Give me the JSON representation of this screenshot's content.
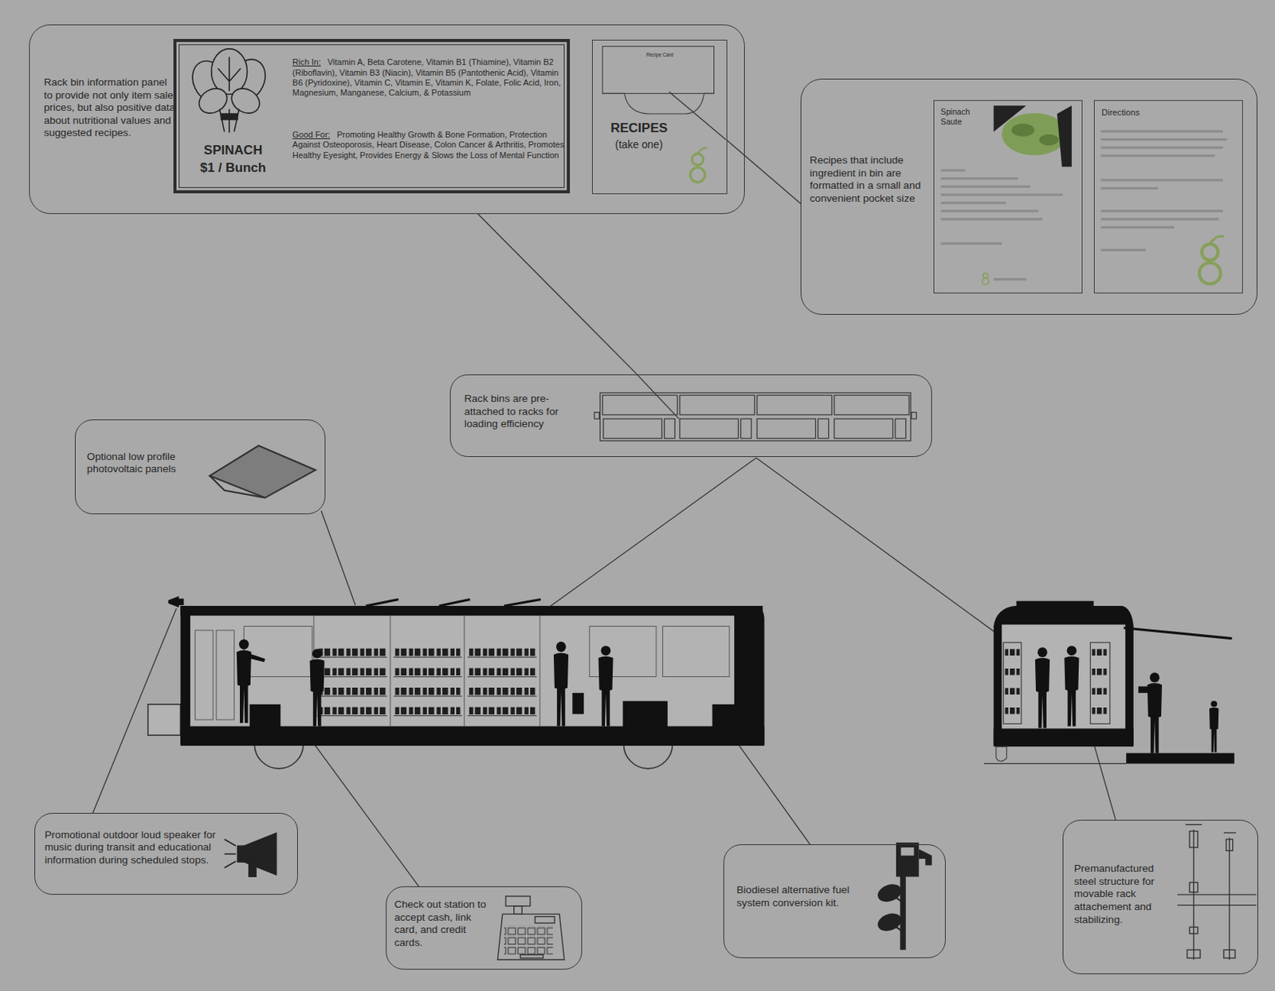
{
  "diagram": {
    "nodes": [
      {
        "text": [
          "Rack bin information panel to provide not only item sale prices, but also positive data about nutritional values and suggested recipes."
        ]
      },
      {
        "text": [
          "SPINACH",
          "$1 / Bunch",
          "Rich In:",
          "Vitamin A, Beta Carotene, Vitamin B1 (Thiamine), Vitamin B2 (Riboflavin), Vitamin B3 (Niacin), Vitamin B5 (Pantothenic Acid), Vitamin B6 (Pyridoxine), Vitamin C, Vitamin E, Vitamin K, Folate, Folic Acid, Iron, Magnesium, Manganese, Calcium, & Potassium",
          "Good For:",
          "Promoting Healthy Growth & Bone Formation, Protection Against Osteoporosis, Heart Disease, Colon Cancer & Arthritis, Promotes Healthy Eyesight, Provides Energy & Slows the Loss of Mental Function"
        ],
        "in": 0
      },
      {
        "text": [
          "Recipe Card",
          "RECIPES",
          "(take one)"
        ],
        "in": 0
      },
      {
        "text": [
          "Recipes that include ingredient in bin are formatted in a small and convenient pocket size"
        ]
      },
      {
        "text": [
          "Spinach Saute"
        ],
        "in": 3
      },
      {
        "text": [
          "Directions"
        ],
        "in": 3
      },
      {
        "text": [
          "Rack bins are pre-attached to racks for loading efficiency"
        ]
      },
      {
        "text": [
          "Optional low profile photovoltaic panels"
        ]
      },
      {
        "text": [
          "Promotional outdoor loud speaker for music during transit and educational information during scheduled stops."
        ]
      },
      {
        "text": [
          "Check out station to accept cash, link card, and credit cards."
        ]
      },
      {
        "text": [
          "Biodiesel alternative fuel system conversion kit."
        ]
      },
      {
        "text": [
          "Premanufactured steel structure for movable rack attachement and stabilizing."
        ]
      }
    ],
    "edges": [
      {
        "from": 0,
        "to": 6,
        "arrow": "none"
      },
      {
        "from": 2,
        "to": 3,
        "arrow": "none"
      }
    ]
  }
}
